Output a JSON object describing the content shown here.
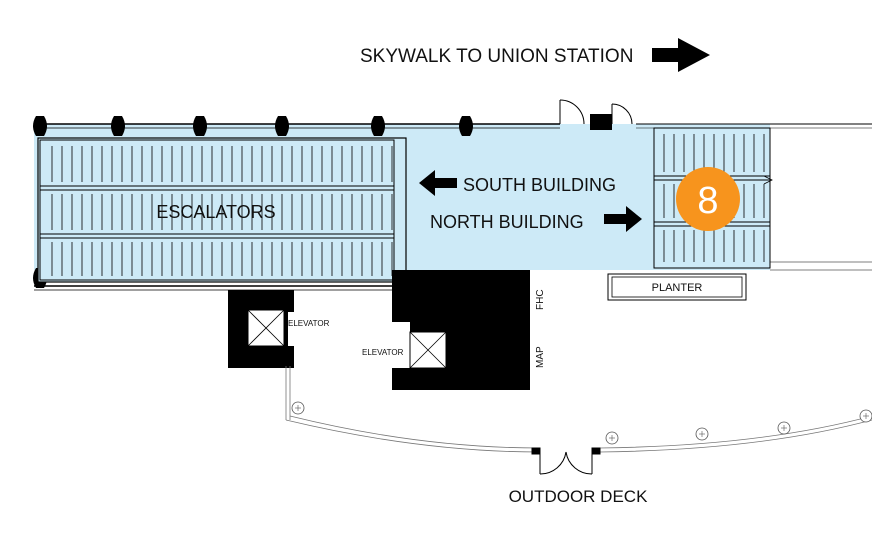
{
  "labels": {
    "skywalk": "SKYWALK TO UNION STATION",
    "south_building": "SOUTH BUILDING",
    "north_building": "NORTH BUILDING",
    "escalators": "ESCALATORS",
    "elevator_left": "ELEVATOR",
    "elevator_right": "ELEVATOR",
    "fhc": "FHC",
    "map": "MAP",
    "planter": "PLANTER",
    "outdoor_deck": "OUTDOOR DECK",
    "marker_number": "8"
  },
  "colors": {
    "highlight_area": "#cdeaf7",
    "marker": "#f7941d",
    "walls": "#000000"
  },
  "icons": {
    "arrow_right": "arrow-right-icon",
    "arrow_left": "arrow-left-icon",
    "elevator": "elevator-icon",
    "light_fixture": "light-fixture-icon"
  }
}
